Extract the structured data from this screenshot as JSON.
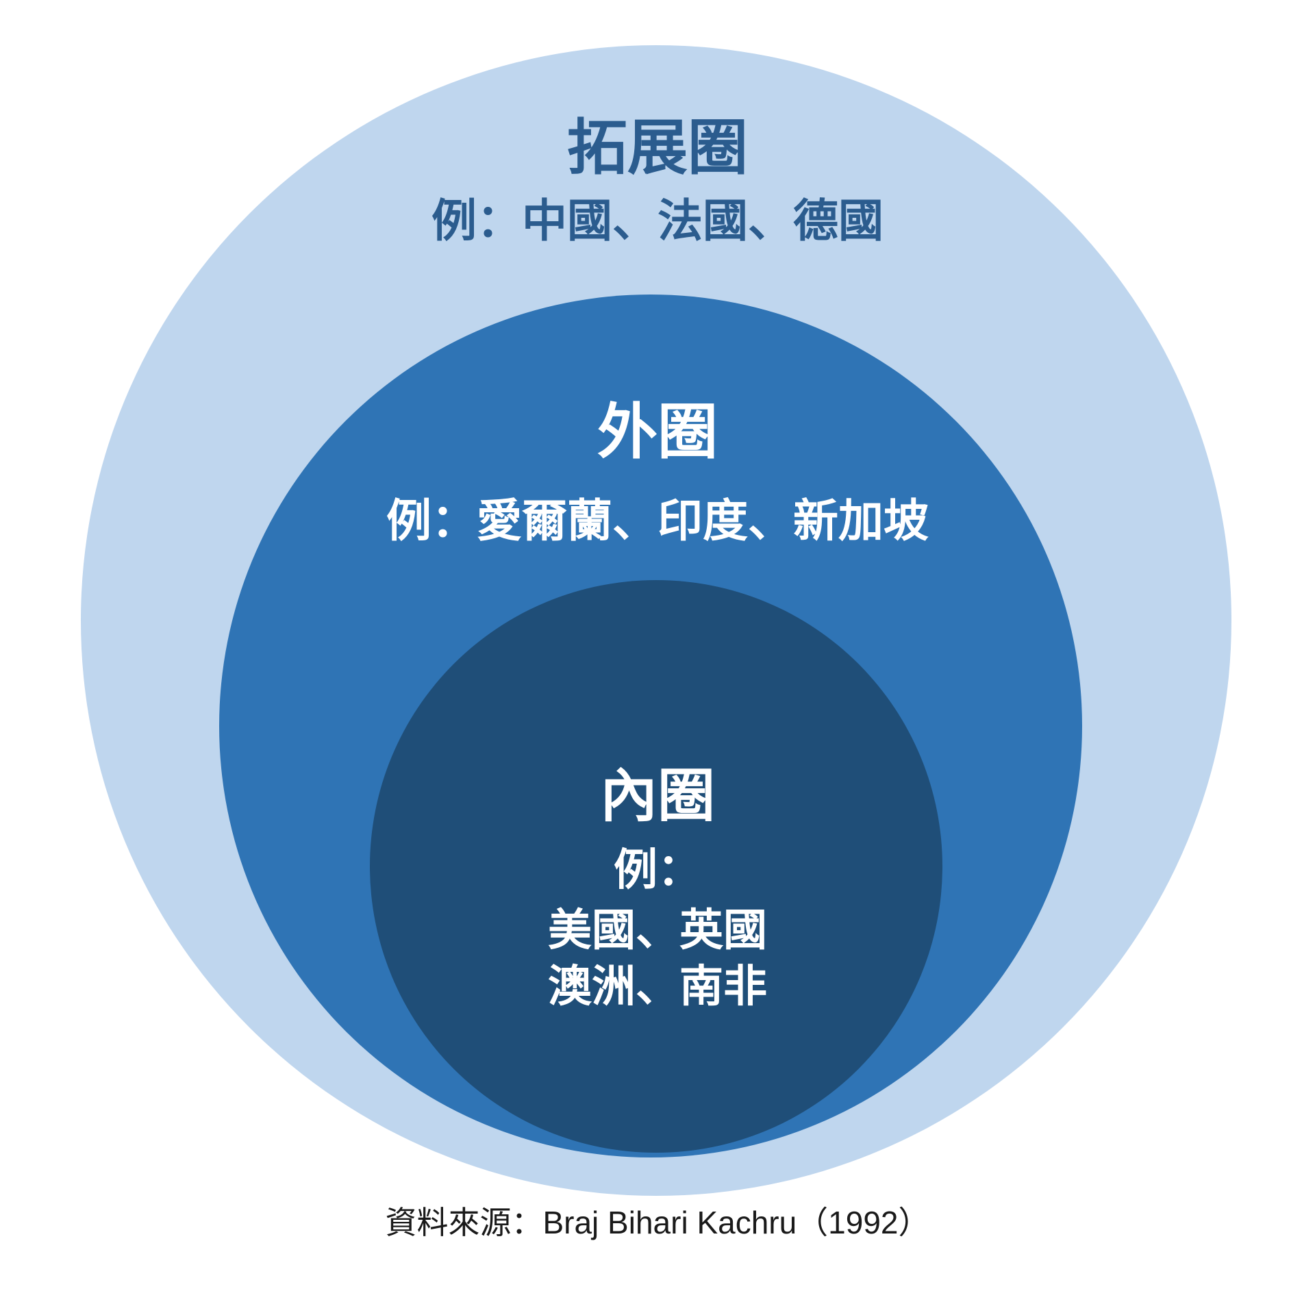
{
  "diagram": {
    "title_meaning": "Kachru concentric circles of English",
    "background_color": "#FFFFFF",
    "circles": [
      {
        "id": "expanding-circle",
        "label": "拓展圈",
        "examples": "例：中國、法國、德國",
        "fill_color": "#BFD6EE",
        "text_color": "#2B5C8E"
      },
      {
        "id": "outer-circle",
        "label": "外圈",
        "examples": "例：愛爾蘭、印度、新加坡",
        "fill_color": "#2F74B5",
        "text_color": "#FFFFFF"
      },
      {
        "id": "inner-circle",
        "label": "內圈",
        "examples": [
          "例：",
          "美國、英國",
          "澳洲、南非"
        ],
        "fill_color": "#1F4E78",
        "text_color": "#FFFFFF"
      }
    ],
    "source": "資料來源：Braj Bihari Kachru（1992）"
  }
}
